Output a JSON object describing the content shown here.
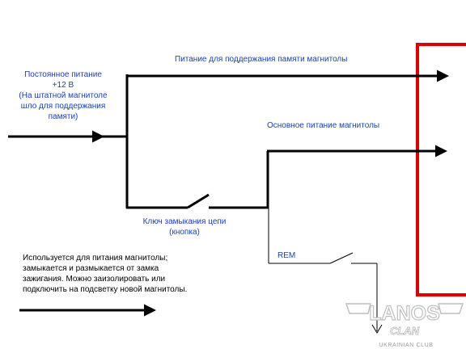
{
  "labels": {
    "constant_power": "Постоянное питание\n+12 В\n(На штатной магнитоле\nшло для поддержания\nпамяти)",
    "memory_power": "Питание для поддержания памяти магнитолы",
    "main_power": "Основное питание магнитолы",
    "switch_button": "Ключ замыкания цепи\n(кнопка)",
    "rem": "REM",
    "legend_text": "Используется для питания магнитолы;\nзамыкается и размыкается от замка\nзажигания. Можно заизолировать или\nподключить на подсветку новой магнитолы."
  },
  "logo": {
    "main": "LANOS",
    "sub": "CLAN",
    "tagline": "UKRAINIAN CLUB"
  },
  "colors": {
    "wire": "#000000",
    "label_blue": "#1a3fb8",
    "head_unit_border": "#e00000",
    "logo": "#bfbfbf"
  }
}
